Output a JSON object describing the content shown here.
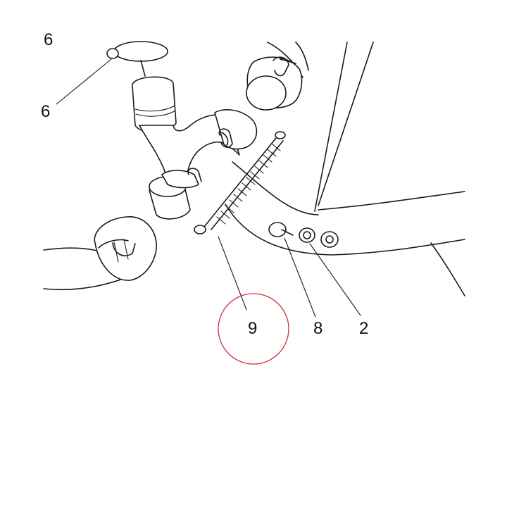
{
  "callouts": {
    "part_6": "6",
    "part_9": "9",
    "part_8": "8",
    "part_2": "2",
    "clipped_top": "6"
  },
  "highlight": {
    "target": "9",
    "color": "#d0303a",
    "shape": "circle"
  },
  "colors": {
    "line": "#1a1a1a",
    "background": "#ffffff"
  }
}
